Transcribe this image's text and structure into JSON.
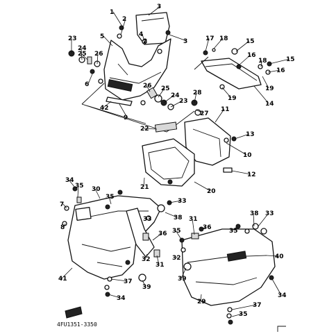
{
  "diagram": {
    "code": "4FU1351-3350",
    "callouts": [
      "1",
      "2",
      "3",
      "2",
      "3",
      "4",
      "5",
      "6",
      "7",
      "8",
      "9",
      "10",
      "11",
      "12",
      "13",
      "14",
      "15",
      "15",
      "16",
      "16",
      "17",
      "18",
      "18",
      "19",
      "19",
      "20",
      "21",
      "22",
      "23",
      "23",
      "24",
      "24",
      "25",
      "25",
      "26",
      "26",
      "27",
      "28",
      "29",
      "30",
      "31",
      "31",
      "32",
      "32",
      "33",
      "33",
      "33",
      "34",
      "34",
      "34",
      "35",
      "35",
      "35",
      "35",
      "35",
      "36",
      "36",
      "37",
      "37",
      "38",
      "38",
      "39",
      "39",
      "40",
      "41",
      "42"
    ]
  }
}
